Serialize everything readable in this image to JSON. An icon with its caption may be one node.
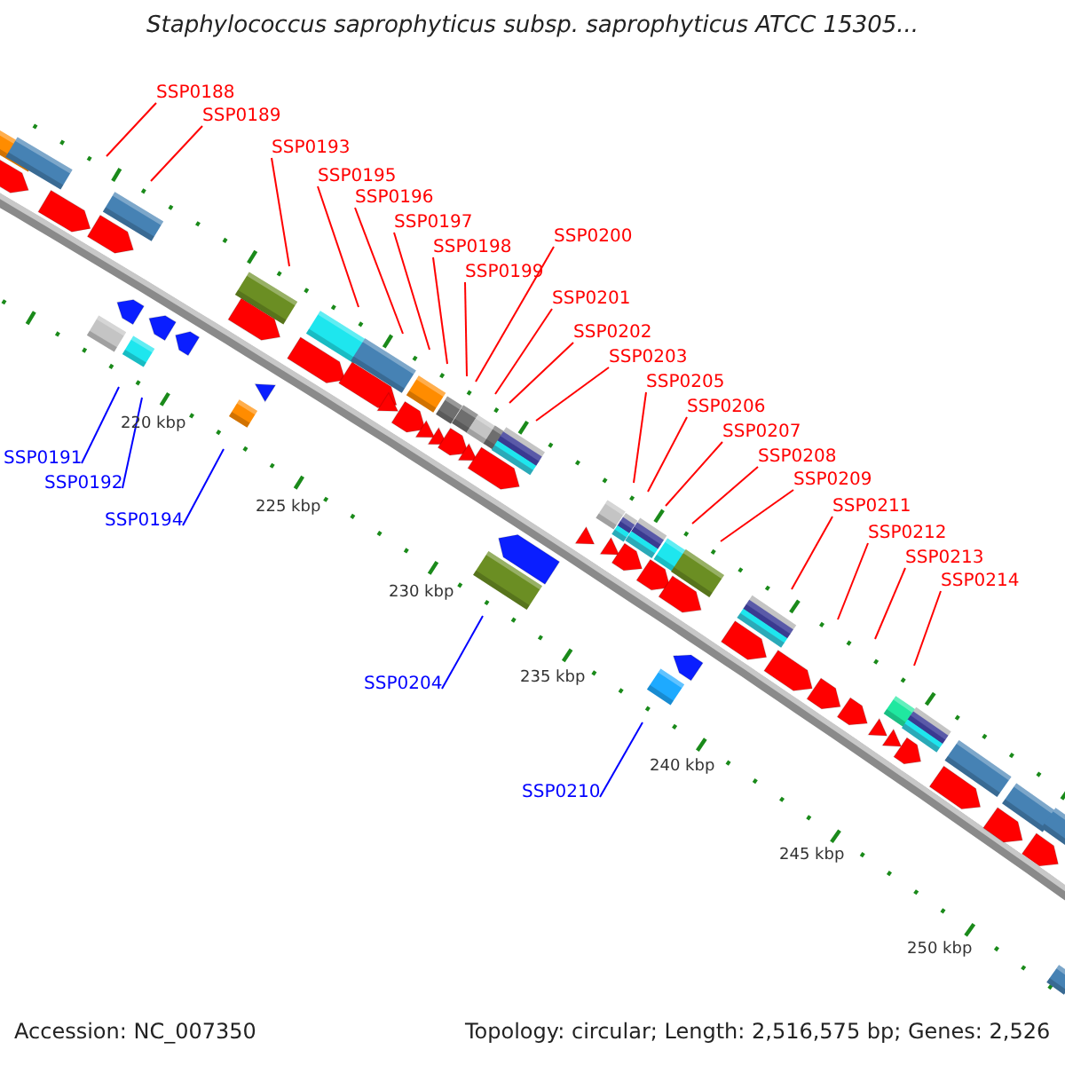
{
  "diagram": {
    "title": "Staphylococcus saprophyticus subsp. saprophyticus ATCC 15305...",
    "nodes": [
      {
        "text": [
          "SSP0188"
        ]
      },
      {
        "text": [
          "SSP0189"
        ]
      },
      {
        "text": [
          "SSP0191"
        ]
      },
      {
        "text": [
          "SSP0192"
        ]
      },
      {
        "text": [
          "SSP0193"
        ]
      },
      {
        "text": [
          "SSP0194"
        ]
      },
      {
        "text": [
          "SSP0195"
        ]
      },
      {
        "text": [
          "SSP0196"
        ]
      },
      {
        "text": [
          "SSP0197"
        ]
      },
      {
        "text": [
          "SSP0198"
        ]
      },
      {
        "text": [
          "SSP0199"
        ]
      },
      {
        "text": [
          "SSP0200"
        ]
      },
      {
        "text": [
          "SSP0201"
        ]
      },
      {
        "text": [
          "SSP0202"
        ]
      },
      {
        "text": [
          "SSP0203"
        ]
      },
      {
        "text": [
          "SSP0204"
        ]
      },
      {
        "text": [
          "SSP0205"
        ]
      },
      {
        "text": [
          "SSP0206"
        ]
      },
      {
        "text": [
          "SSP0207"
        ]
      },
      {
        "text": [
          "SSP0208"
        ]
      },
      {
        "text": [
          "SSP0209"
        ]
      },
      {
        "text": [
          "SSP0210"
        ]
      },
      {
        "text": [
          "SSP0211"
        ]
      },
      {
        "text": [
          "SSP0212"
        ]
      },
      {
        "text": [
          "SSP0213"
        ]
      },
      {
        "text": [
          "SSP0214"
        ]
      }
    ],
    "edges": [
      {
        "from": 0,
        "to": null,
        "arrow": "none"
      },
      {
        "from": 1,
        "to": null,
        "arrow": "none"
      },
      {
        "from": 2,
        "to": null,
        "arrow": "none",
        "color": "#0000ff"
      },
      {
        "from": 3,
        "to": null,
        "arrow": "none",
        "color": "#0000ff"
      },
      {
        "from": 4,
        "to": null,
        "arrow": "none"
      },
      {
        "from": 5,
        "to": null,
        "arrow": "none",
        "color": "#0000ff"
      },
      {
        "from": 6,
        "to": null,
        "arrow": "none"
      },
      {
        "from": 7,
        "to": null,
        "arrow": "none"
      },
      {
        "from": 8,
        "to": null,
        "arrow": "none"
      },
      {
        "from": 9,
        "to": null,
        "arrow": "none"
      },
      {
        "from": 10,
        "to": null,
        "arrow": "none"
      },
      {
        "from": 11,
        "to": null,
        "arrow": "none"
      },
      {
        "from": 12,
        "to": null,
        "arrow": "none"
      },
      {
        "from": 13,
        "to": null,
        "arrow": "none"
      },
      {
        "from": 14,
        "to": null,
        "arrow": "none"
      },
      {
        "from": 15,
        "to": null,
        "arrow": "none",
        "color": "#0000ff"
      },
      {
        "from": 16,
        "to": null,
        "arrow": "none"
      },
      {
        "from": 17,
        "to": null,
        "arrow": "none"
      },
      {
        "from": 18,
        "to": null,
        "arrow": "none"
      },
      {
        "from": 19,
        "to": null,
        "arrow": "none"
      },
      {
        "from": 20,
        "to": null,
        "arrow": "none"
      },
      {
        "from": 21,
        "to": null,
        "arrow": "none",
        "color": "#0000ff"
      },
      {
        "from": 22,
        "to": null,
        "arrow": "none"
      },
      {
        "from": 23,
        "to": null,
        "arrow": "none"
      },
      {
        "from": 24,
        "to": null,
        "arrow": "none"
      },
      {
        "from": 25,
        "to": null,
        "arrow": "none"
      }
    ],
    "labels": [
      "220 kbp",
      "225 kbp",
      "230 kbp",
      "235 kbp",
      "240 kbp",
      "245 kbp",
      "250 kbp",
      "Accession: NC_007350",
      "Topology: circular; Length: 2,516,575 bp; Genes: 2,526"
    ]
  }
}
